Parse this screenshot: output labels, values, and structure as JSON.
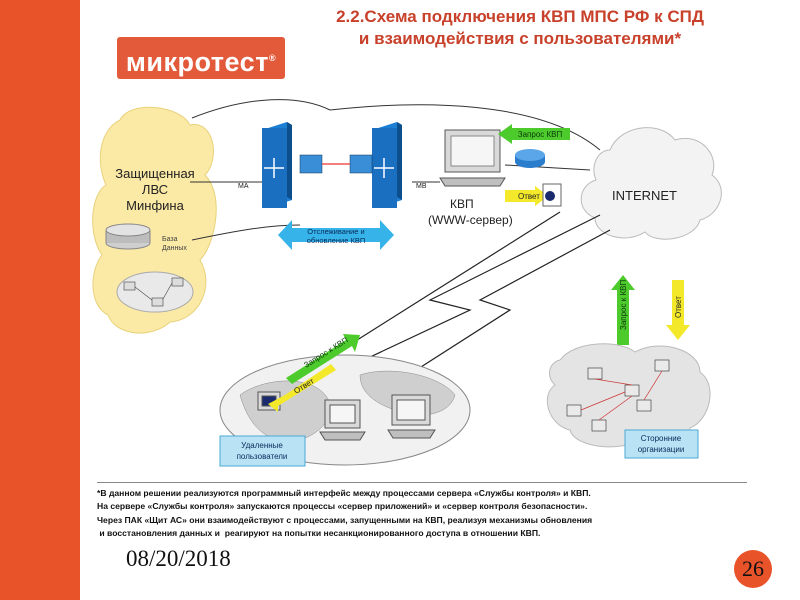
{
  "header": {
    "title_line1": "2.2.Схема подключения КВП МПС РФ к СПД",
    "title_line2": "и взаимодействия с пользователями*"
  },
  "logo": {
    "text": "микротест"
  },
  "diagram": {
    "lan_cloud": [
      "Защищенная",
      "ЛВС",
      "Минфина"
    ],
    "db_label": [
      "База",
      "Данных"
    ],
    "ma_label": "МА",
    "mv_label": "МВ",
    "sync_arrow": [
      "Отслеживание и",
      "обновление КВП"
    ],
    "request_kvp": "Запрос КВП",
    "answer": "Ответ",
    "kvp_label": "КВП",
    "www_server": "(WWW-сервер)",
    "internet": "INTERNET",
    "request_to_kvp": "Запрос к КВП",
    "remote_users": [
      "Удаленные",
      "пользователи"
    ],
    "third_parties": [
      "Сторонние",
      "организации"
    ]
  },
  "footnote": [
    "*В данном решении реализуются программный интерфейс между процессами сервера «Службы контроля» и КВП.",
    "На сервере «Службы контроля» запускаются процессы «сервер приложений» и «сервер контроля безопасности».",
    "Через ПАК «Щит АС» они взаимодействуют с процессами, запущенными на КВП, реализуя механизмы обновления",
    " и восстановления данных и  реагируют на попытки несанкционированного доступа в отношении КВП."
  ],
  "footer": {
    "date": "08/20/2018",
    "page": "26"
  },
  "colors": {
    "accent": "#e8532a",
    "title": "#c8412a",
    "server": "#1a6fc0",
    "arrow_blue": "#36b3e8",
    "arrow_green": "#4ecb2c",
    "arrow_yellow": "#f3e82a"
  }
}
